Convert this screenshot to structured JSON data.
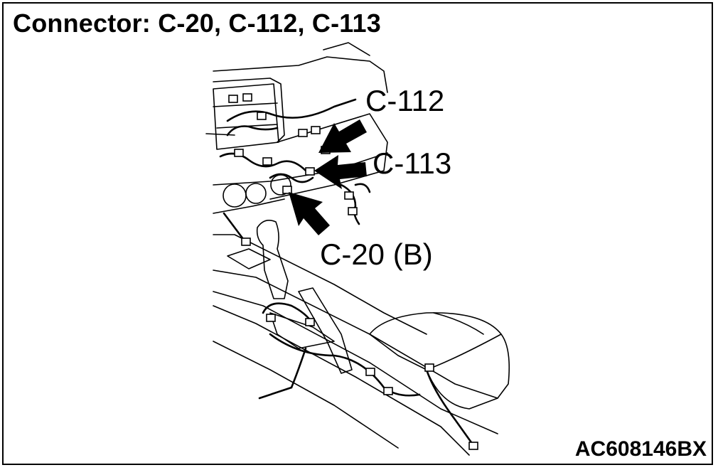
{
  "figure": {
    "title": "Connector: C-20, C-112, C-113",
    "figure_code": "AC608146BX"
  },
  "callouts": {
    "c112": "C-112",
    "c113": "C-113",
    "c20": "C-20 (B)"
  }
}
